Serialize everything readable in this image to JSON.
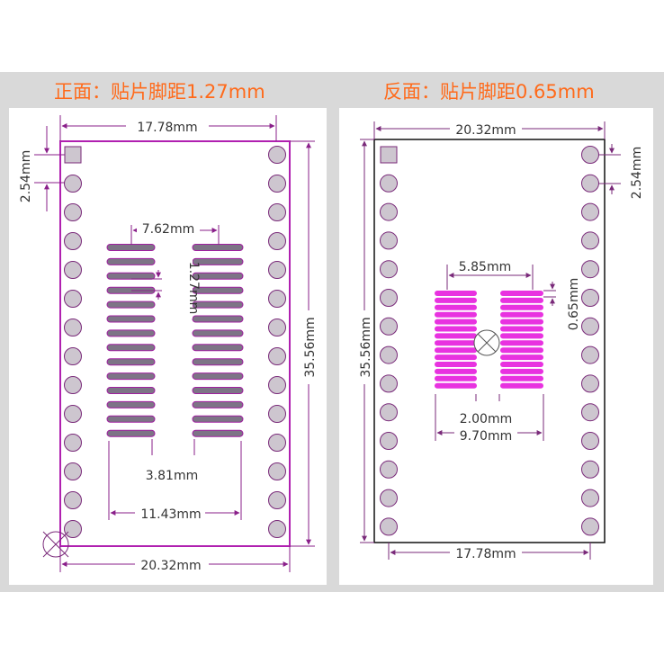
{
  "colors": {
    "background": "#ffffff",
    "band": "#d9d9d9",
    "panel_bg": "#ffffff",
    "title_text": "#ff6a1a",
    "front_outline": "#b020b0",
    "back_outline": "#111111",
    "via_fill": "#cdc6cf",
    "via_stroke": "#7a2a7a",
    "front_pad": "#7d7486",
    "front_pad_stroke": "#a020a0",
    "back_pad": "#e832e0",
    "dim_line": "#8a1f8a",
    "back_dim_line": "#7a2a7a",
    "dim_text": "#333333"
  },
  "front": {
    "title": "正面：贴片脚距1.27mm",
    "dims": {
      "top_width": "17.78mm",
      "pitch_left": "2.54mm",
      "inner_span": "7.62mm",
      "pad_pitch": "1.27mm",
      "height": "35.56mm",
      "pad_gap": "3.81mm",
      "outer_span": "11.43mm",
      "bottom_width": "20.32mm"
    }
  },
  "back": {
    "title": "反面：贴片脚距0.65mm",
    "dims": {
      "top_width": "20.32mm",
      "pitch_right": "2.54mm",
      "inner_span": "5.85mm",
      "pad_pitch": "0.65mm",
      "height": "35.56mm",
      "pad_gap": "2.00mm",
      "outer_span": "9.70mm",
      "bottom_width": "17.78mm"
    }
  }
}
